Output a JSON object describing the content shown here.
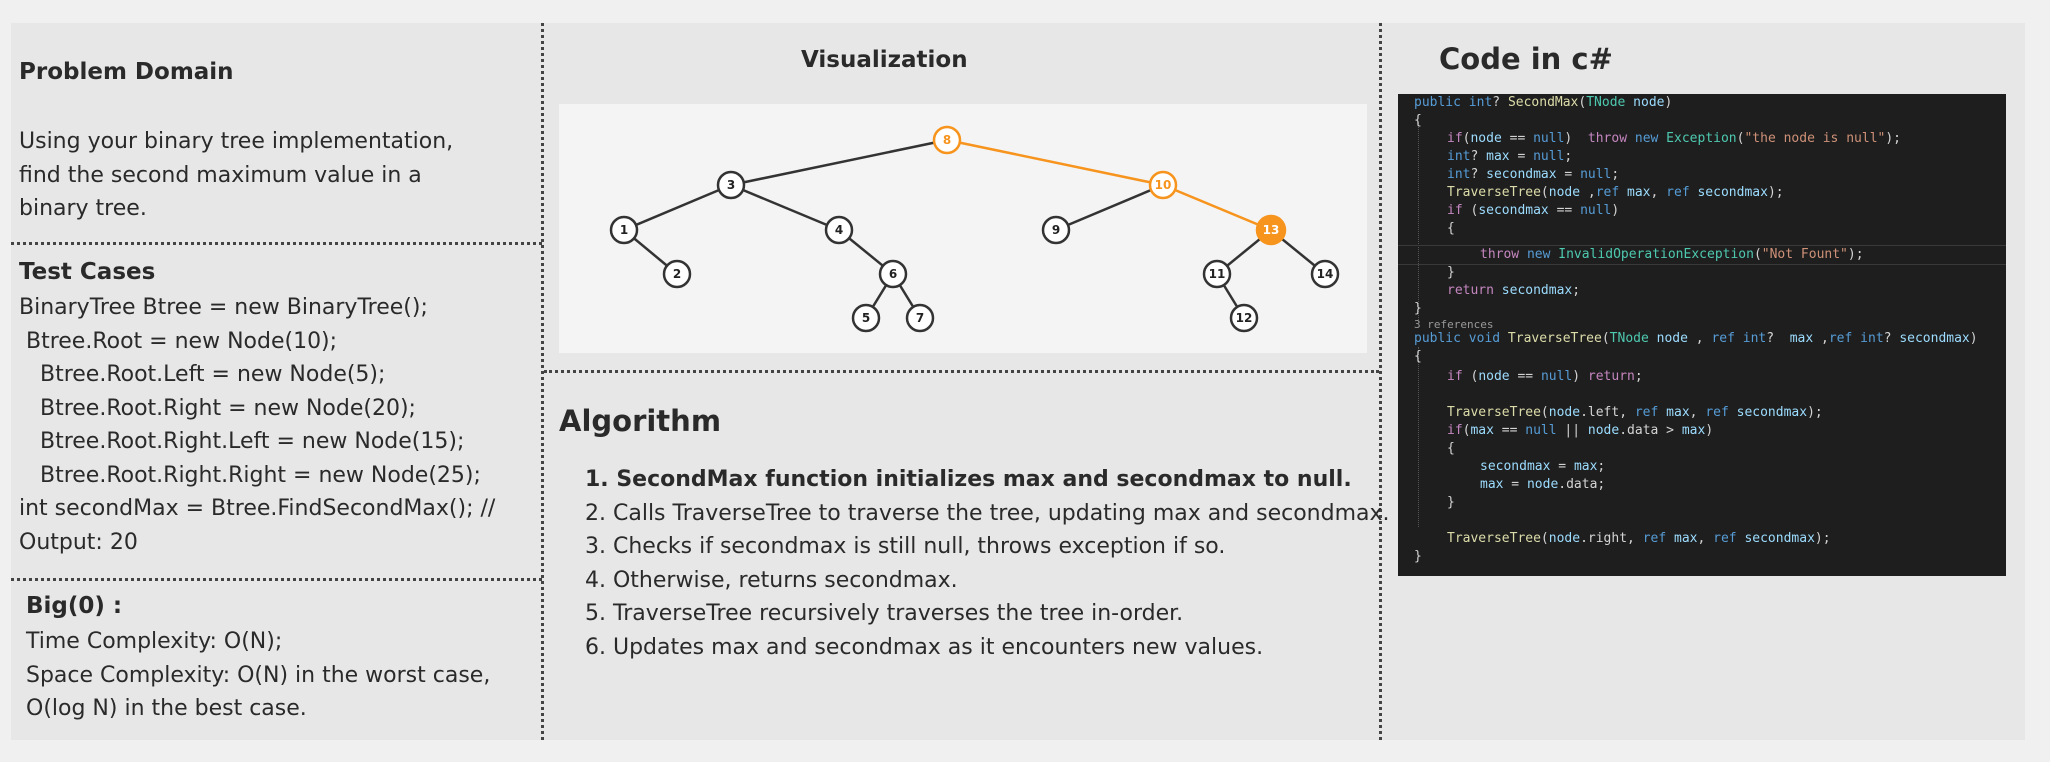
{
  "problem_domain": {
    "heading": "Problem Domain",
    "lines": [
      "Using your binary tree implementation,",
      "find the second maximum value in a",
      "binary tree."
    ]
  },
  "test_cases": {
    "heading": "Test Cases",
    "lines": [
      "BinaryTree Btree = new BinaryTree();",
      " Btree.Root = new Node(10);",
      "   Btree.Root.Left = new Node(5);",
      "   Btree.Root.Right = new Node(20);",
      "   Btree.Root.Right.Left = new Node(15);",
      "   Btree.Root.Right.Right = new Node(25);",
      "int secondMax = Btree.FindSecondMax(); //",
      "Output: 20"
    ]
  },
  "big_o": {
    "heading": "Big(0) :",
    "lines": [
      "Time Complexity: O(N);",
      "Space Complexity: O(N) in the worst case,",
      "O(log N) in the best case."
    ]
  },
  "visualization": {
    "heading": "Visualization",
    "nodes": [
      "8",
      "3",
      "10",
      "1",
      "4",
      "9",
      "13",
      "2",
      "6",
      "11",
      "14",
      "5",
      "7",
      "12"
    ]
  },
  "algorithm": {
    "heading": "Algorithm",
    "steps": [
      "1. SecondMax function initializes max and secondmax to null.",
      "2. Calls TraverseTree to traverse the tree, updating max and secondmax.",
      "3. Checks if secondmax is still null, throws exception if so.",
      "4. Otherwise, returns secondmax.",
      "5. TraverseTree recursively traverses the tree in-order.",
      "6. Updates max and secondmax as it encounters new values."
    ]
  },
  "code_panel": {
    "heading": "Code in c#",
    "references_label": "3 references",
    "lines": [
      "public int? SecondMax(TNode node)",
      "{",
      "if(node == null)  throw new Exception(\"the node is null\");",
      "int? max = null;",
      "int? secondmax = null;",
      "TraverseTree(node ,ref max, ref secondmax);",
      "if (secondmax == null)",
      "{",
      "throw new InvalidOperationException(\"Not Fount\");",
      "}",
      "return secondmax;",
      "}",
      "public void TraverseTree(TNode node , ref int?  max ,ref int? secondmax)",
      "{",
      "if (node == null) return;",
      "TraverseTree(node.left, ref max, ref secondmax);",
      "if(max == null || node.data > max)",
      "{",
      "secondmax = max;",
      "max = node.data;",
      "}",
      "TraverseTree(node.right, ref max, ref secondmax);",
      "}"
    ]
  },
  "colors": {
    "highlight": "#f7941d",
    "edge": "#333333",
    "code_bg": "#1e1e1e"
  }
}
